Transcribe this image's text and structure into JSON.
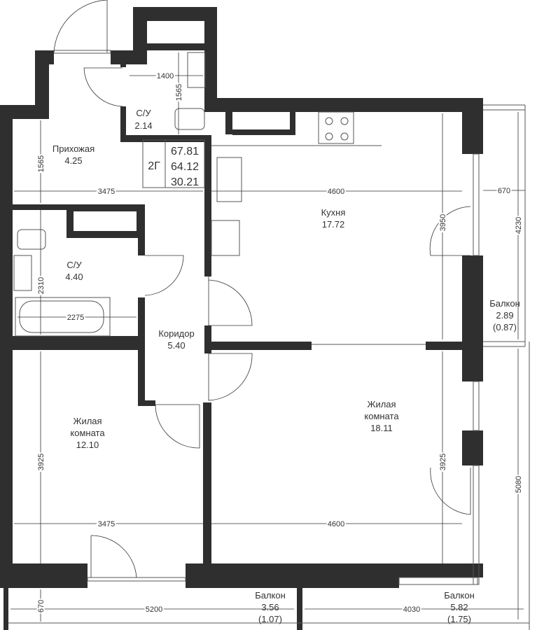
{
  "apartment": {
    "type": "2Г",
    "total_area": "67.81",
    "area_2": "64.12",
    "living_area": "30.21"
  },
  "rooms": {
    "hallway": {
      "name": "Прихожая",
      "area": "4.25"
    },
    "wc_small": {
      "name": "С/У",
      "area": "2.14"
    },
    "kitchen": {
      "name": "Кухня",
      "area": "17.72"
    },
    "bathroom": {
      "name": "С/У",
      "area": "4.40"
    },
    "corridor": {
      "name": "Коридор",
      "area": "5.40"
    },
    "bedroom_left": {
      "name1": "Жилая",
      "name2": "комната",
      "area": "12.10"
    },
    "bedroom_right": {
      "name1": "Жилая",
      "name2": "комната",
      "area": "18.11"
    },
    "balcony_right": {
      "name": "Балкон",
      "area": "2.89",
      "reduced": "(0.87)"
    },
    "balcony_bottom_left": {
      "name": "Балкон",
      "area": "3.56",
      "reduced": "(1.07)"
    },
    "balcony_bottom_right": {
      "name": "Балкон",
      "area": "5.82",
      "reduced": "(1.75)"
    }
  },
  "dimensions": {
    "wc_width": "1400",
    "wc_height": "1565",
    "hall_height": "1565",
    "hall_width": "3475",
    "kitchen_width": "4600",
    "kitchen_height": "3950",
    "balcony_depth_right": "670",
    "balcony_len_right": "4230",
    "bath_height": "2310",
    "bath_width": "2275",
    "bed_left_height": "3925",
    "bed_left_width": "3475",
    "bed_right_height": "3925",
    "bed_right_width": "4600",
    "balcony_right_lower": "5080",
    "balcony_bottom_depth": "670",
    "balcony_bottom_left_len": "5200",
    "balcony_bottom_right_len": "4030"
  }
}
